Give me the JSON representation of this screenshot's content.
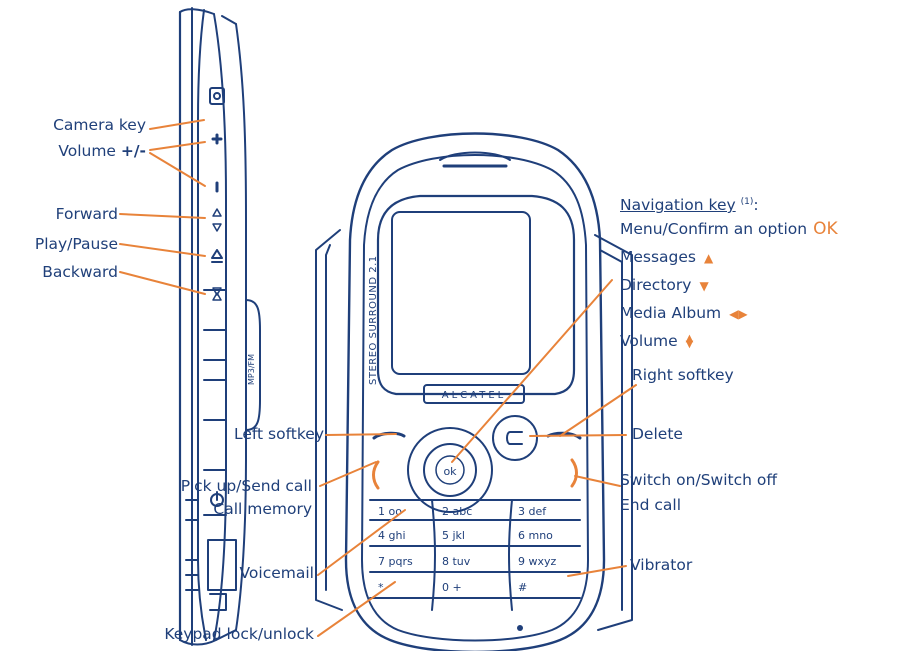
{
  "colors": {
    "outline": "#1f3f7a",
    "leader": "#e8833a",
    "label": "#20407a",
    "accent": "#e8833a"
  },
  "labels": {
    "camera_key": "Camera key",
    "volume": "Volume",
    "volume_suffix": "+/-",
    "forward": "Forward",
    "play_pause": "Play/Pause",
    "backward": "Backward",
    "navigation_key": "Navigation key",
    "navigation_note": "(1)",
    "navigation_colon": ":",
    "menu_confirm": "Menu/Confirm an option",
    "ok_symbol": "OK",
    "messages": "Messages",
    "directory": "Directory",
    "media_album": "Media Album",
    "volume_nav": "Volume",
    "right_softkey": "Right softkey",
    "left_softkey": "Left softkey",
    "delete": "Delete",
    "pickup_send": "Pick up/Send call",
    "call_memory": "Call memory",
    "switch_on_off": "Switch on/Switch off",
    "end_call": "End call",
    "voicemail": "Voicemail",
    "vibrator": "Vibrator",
    "keypad_lock": "Keypad lock/unlock"
  },
  "icons": {
    "messages": "arrow-up-icon",
    "directory": "arrow-down-icon",
    "media_album": "arrow-left-right-icon",
    "volume": "arrow-up-down-icon"
  },
  "phone": {
    "brand": "ALCATEL",
    "side_text": "STEREO SURROUND 2.1",
    "mp3_label": "MP3/FM",
    "ok_key": "ok",
    "keys": [
      {
        "digit": "1",
        "letters": "oo"
      },
      {
        "digit": "2",
        "letters": "abc"
      },
      {
        "digit": "3",
        "letters": "def"
      },
      {
        "digit": "4",
        "letters": "ghi"
      },
      {
        "digit": "5",
        "letters": "jkl"
      },
      {
        "digit": "6",
        "letters": "mno"
      },
      {
        "digit": "7",
        "letters": "pqrs"
      },
      {
        "digit": "8",
        "letters": "tuv"
      },
      {
        "digit": "9",
        "letters": "wxyz"
      },
      {
        "digit": "*",
        "letters": ""
      },
      {
        "digit": "0",
        "letters": "+"
      },
      {
        "digit": "#",
        "letters": ""
      }
    ]
  }
}
